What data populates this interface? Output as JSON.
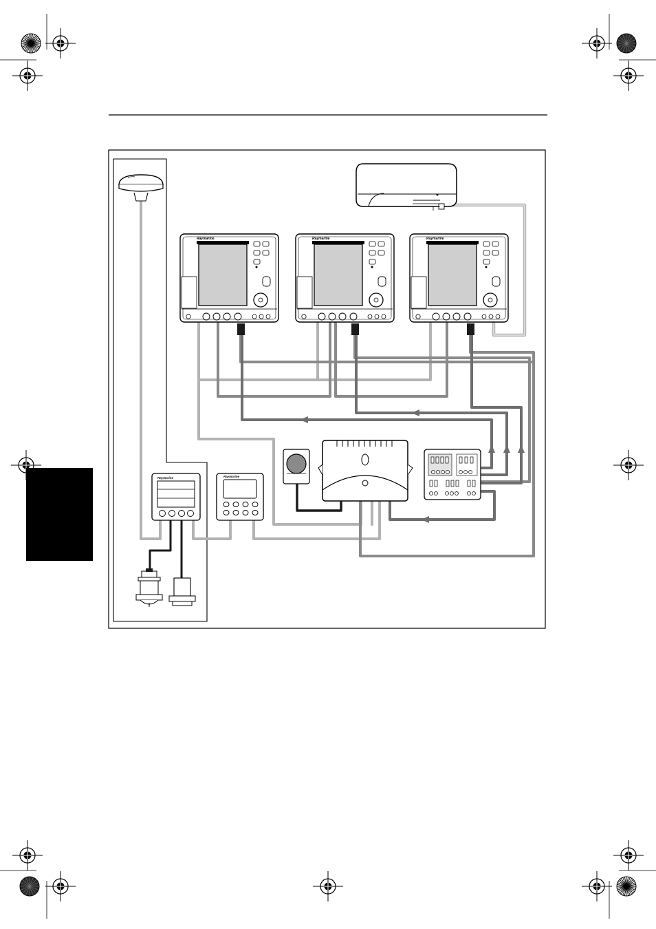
{
  "header": {
    "title": ""
  },
  "devices": {
    "display_brand": "Raymarine",
    "instrument_brand": "Raymarine",
    "control_head_brand": "Raymarine"
  },
  "colors": {
    "light_cable": "#b3b3b3",
    "mid_cable": "#8a8a8a",
    "dark_cable": "#6e6e6e",
    "black_cable": "#1a1a1a",
    "side_tab": "#000000"
  }
}
